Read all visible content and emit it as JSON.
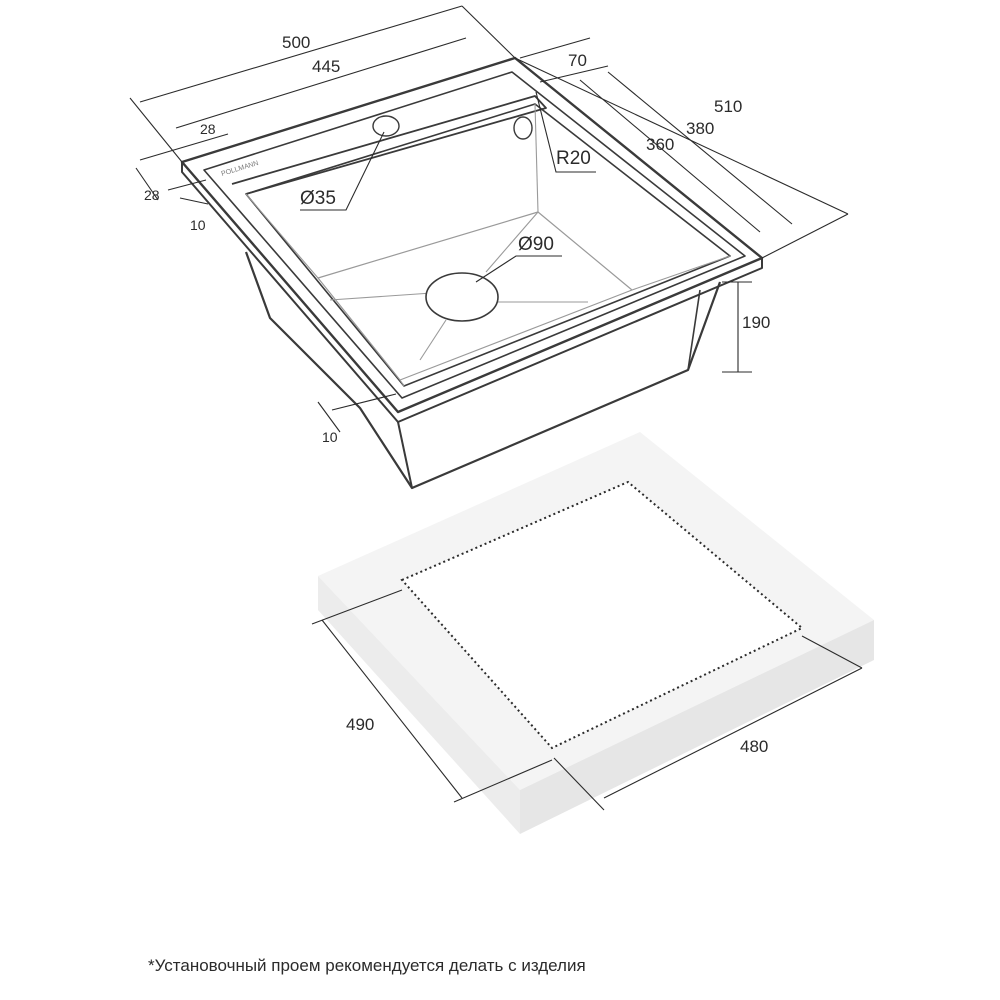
{
  "colors": {
    "line": "#2b2b2b",
    "sink_outline": "#3a3a3a",
    "sink_inner": "#8a8a8a",
    "countertop_top": "#f4f4f4",
    "countertop_front": "#e4e4e4",
    "countertop_right": "#ececec",
    "cutout": "#ffffff"
  },
  "brand_mark": "POLLMANN",
  "sink_dimensions": {
    "overall_width": "500",
    "inner_width": "445",
    "rim_left": "28",
    "rim_left_depth": "28",
    "edge_left": "10",
    "edge_bottom": "10",
    "rim_back": "70",
    "overall_depth": "510",
    "mid_depth": "380",
    "bowl_depth_top": "360",
    "corner_radius": "R20",
    "tap_hole": "Ø35",
    "drain": "Ø90",
    "bowl_height": "190"
  },
  "cutout_dimensions": {
    "left_side": "490",
    "front_side": "480"
  },
  "footnote": "*Установочный проем рекомендуется делать с изделия"
}
